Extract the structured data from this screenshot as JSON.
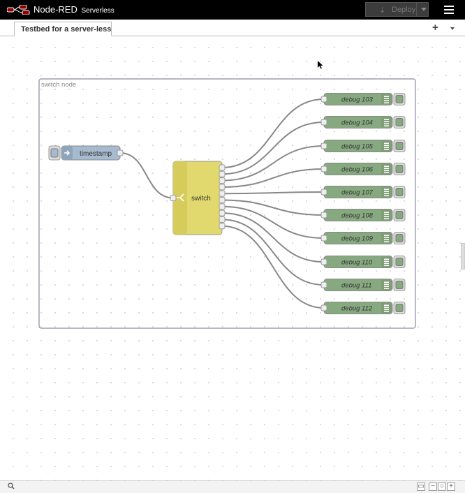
{
  "app": {
    "title": "Node-RED",
    "subtitle": "Serverless"
  },
  "header": {
    "deploy_label": "Deploy"
  },
  "tabs": [
    {
      "label": "Testbed for a server-less No"
    }
  ],
  "group": {
    "label": "switch node"
  },
  "nodes": {
    "inject": {
      "label": "timestamp"
    },
    "switch": {
      "label": "switch"
    },
    "debug": [
      {
        "label": "debug 103"
      },
      {
        "label": "debug 104"
      },
      {
        "label": "debug 105"
      },
      {
        "label": "debug 106"
      },
      {
        "label": "debug 107"
      },
      {
        "label": "debug 108"
      },
      {
        "label": "debug 109"
      },
      {
        "label": "debug 110"
      },
      {
        "label": "debug 111"
      },
      {
        "label": "debug 112"
      }
    ]
  },
  "colors": {
    "inject": "#a6bbcf",
    "switch": "#e2d96e",
    "debug": "#87a980",
    "wire": "#888888",
    "group_border": "#8a8aa0"
  },
  "icons": {
    "logo": "node-red-logo-icon",
    "menu": "hamburger-menu-icon",
    "deploy": "deploy-icon",
    "search": "search-icon"
  }
}
